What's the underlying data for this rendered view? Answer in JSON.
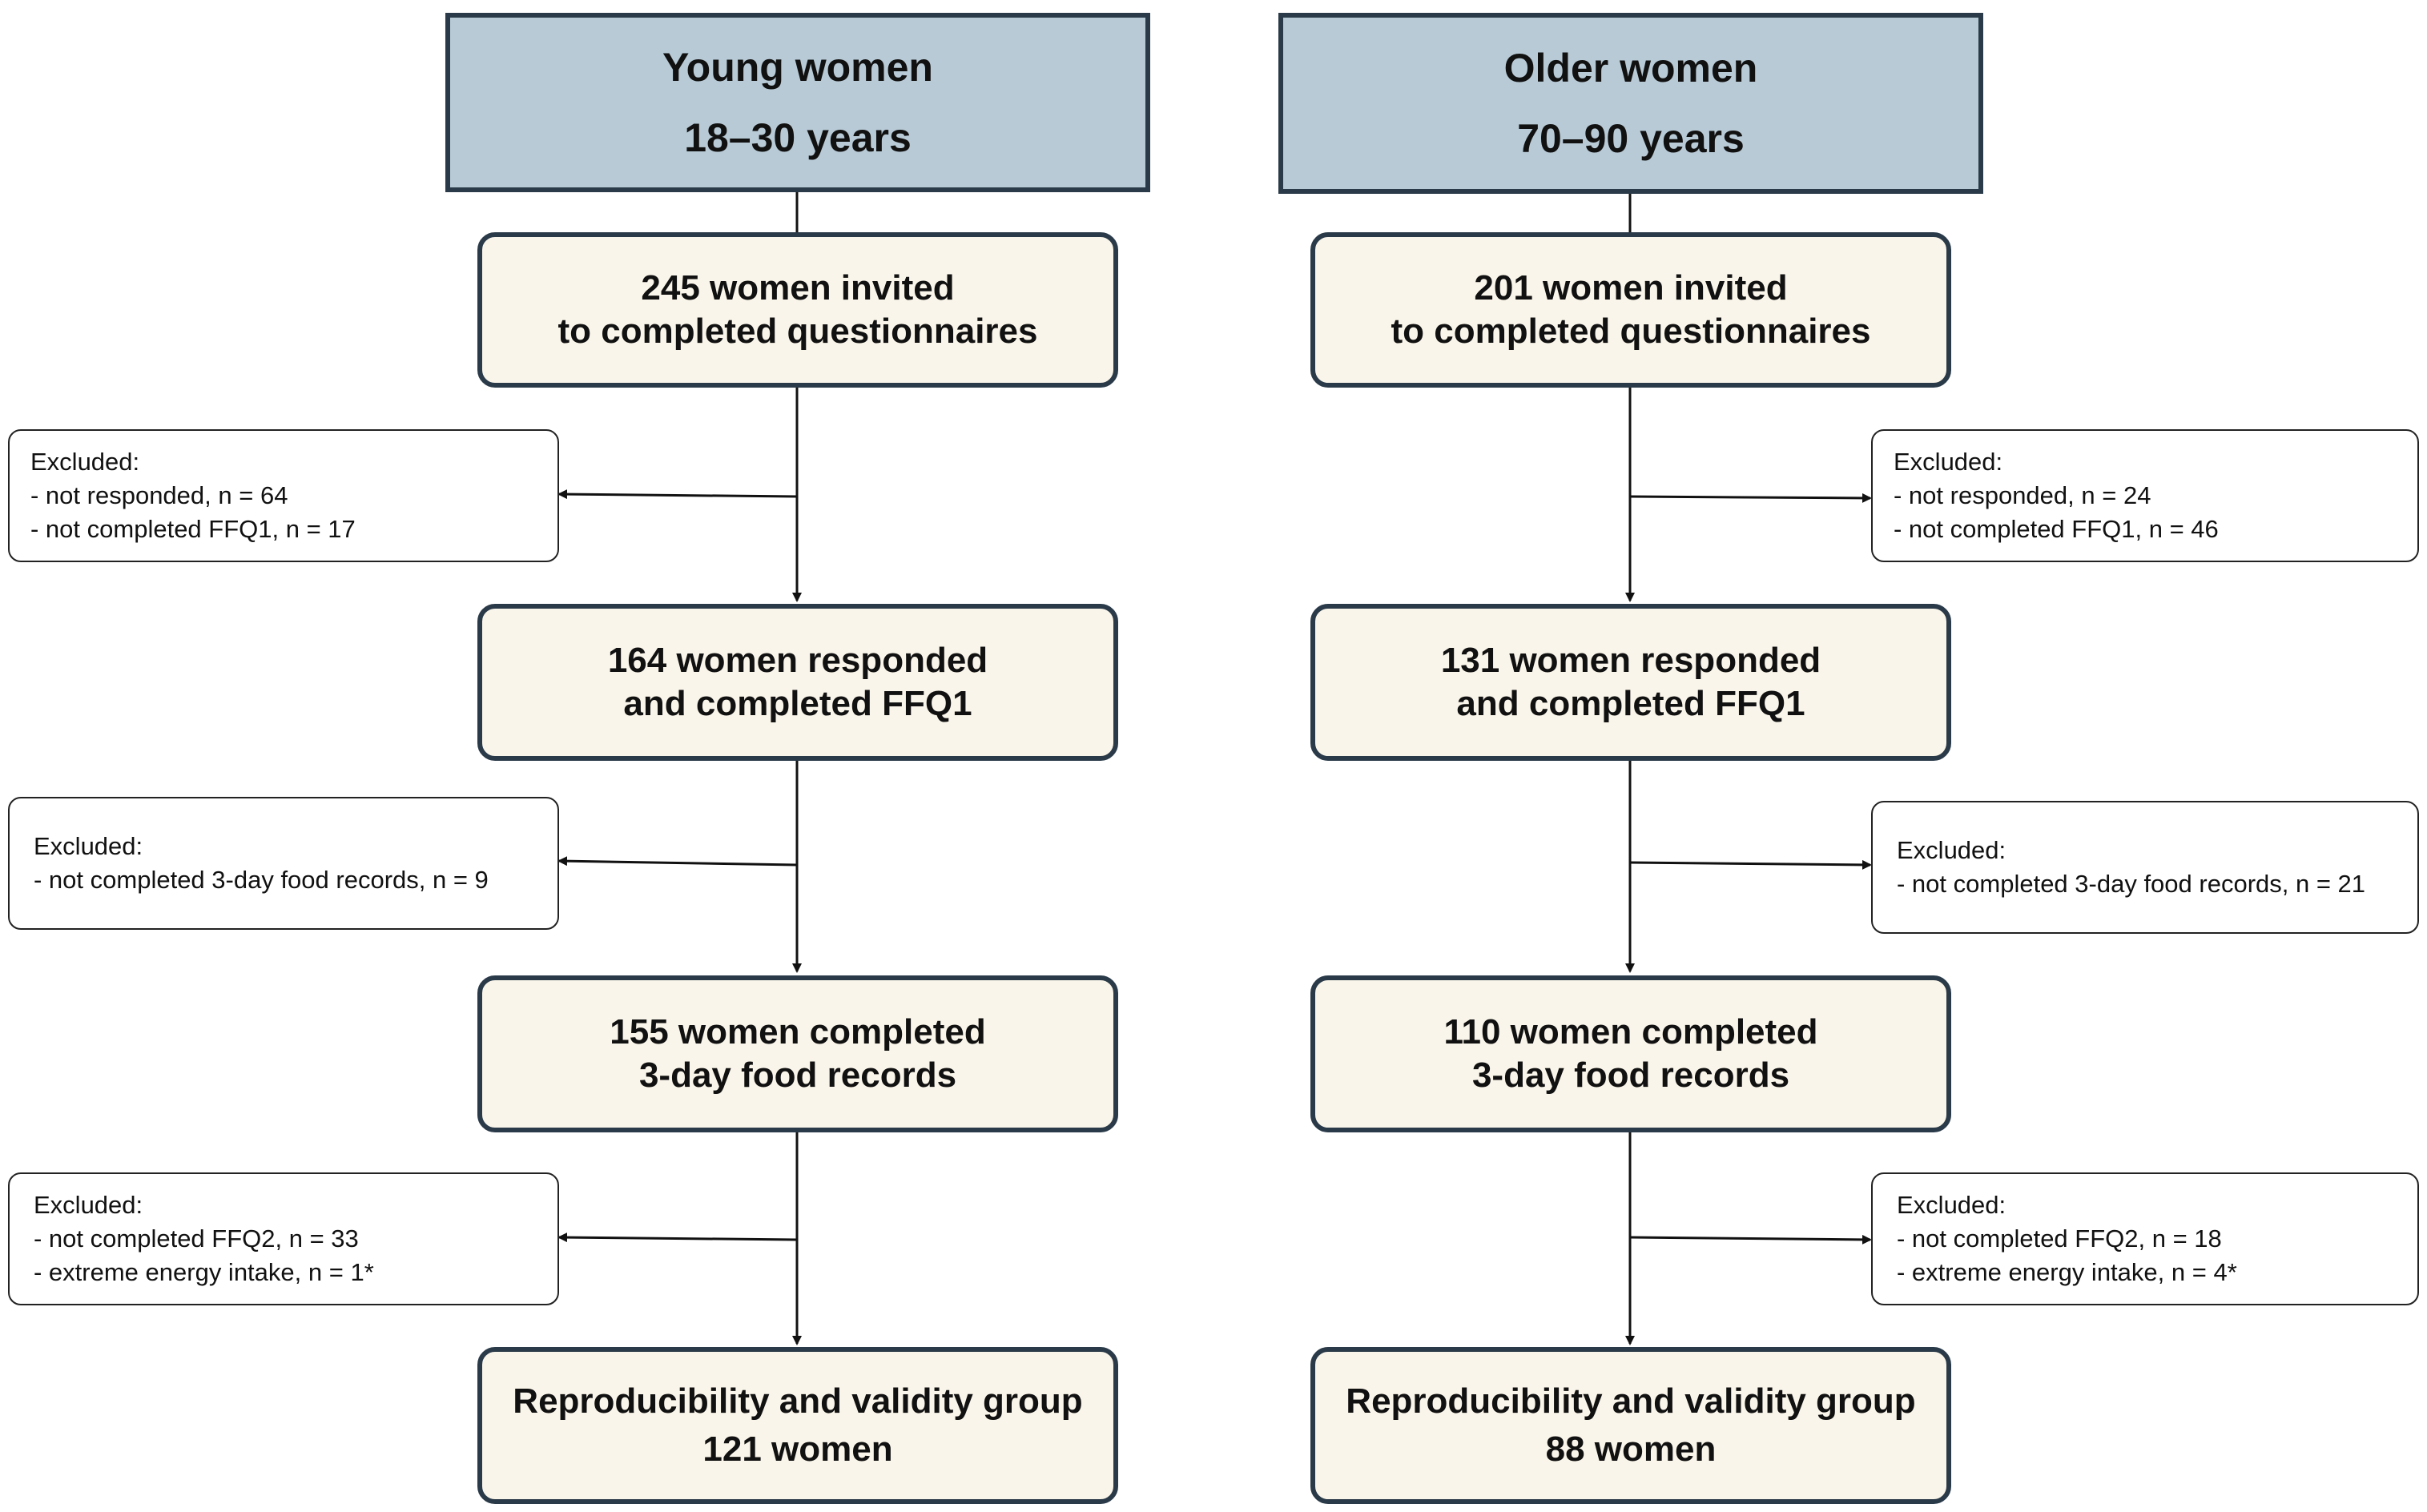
{
  "colors": {
    "header_fill": "#b8cad6",
    "box_fill": "#faf5ea",
    "border": "#2a3a48"
  },
  "young": {
    "header": {
      "line1": "Young women",
      "line2": "18–30 years"
    },
    "invited": {
      "line1": "245 women invited",
      "line2": "to completed questionnaires"
    },
    "excluded1": {
      "title": "Excluded:",
      "items": [
        "- not responded, n = 64",
        "- not completed FFQ1, n = 17"
      ]
    },
    "responded": {
      "line1": "164 women responded",
      "line2": "and completed FFQ1"
    },
    "excluded2": {
      "title": "Excluded:",
      "items": [
        "- not completed 3-day food records, n = 9"
      ]
    },
    "records": {
      "line1": "155 women completed",
      "line2": "3-day food records"
    },
    "excluded3": {
      "title": "Excluded:",
      "items": [
        "- not completed FFQ2, n = 33",
        "- extreme energy intake, n = 1*"
      ]
    },
    "final": {
      "line1": "Reproducibility and validity group",
      "line2": "121 women"
    }
  },
  "older": {
    "header": {
      "line1": "Older women",
      "line2": "70–90 years"
    },
    "invited": {
      "line1": "201 women invited",
      "line2": "to completed questionnaires"
    },
    "excluded1": {
      "title": "Excluded:",
      "items": [
        "- not responded, n = 24",
        "- not completed FFQ1, n = 46"
      ]
    },
    "responded": {
      "line1": "131 women responded",
      "line2": "and completed FFQ1"
    },
    "excluded2": {
      "title": "Excluded:",
      "items": [
        "- not completed 3-day food records, n = 21"
      ]
    },
    "records": {
      "line1": "110 women completed",
      "line2": "3-day food records"
    },
    "excluded3": {
      "title": "Excluded:",
      "items": [
        "- not completed FFQ2, n = 18",
        "- extreme energy intake, n = 4*"
      ]
    },
    "final": {
      "line1": "Reproducibility and validity group",
      "line2": "88 women"
    }
  }
}
